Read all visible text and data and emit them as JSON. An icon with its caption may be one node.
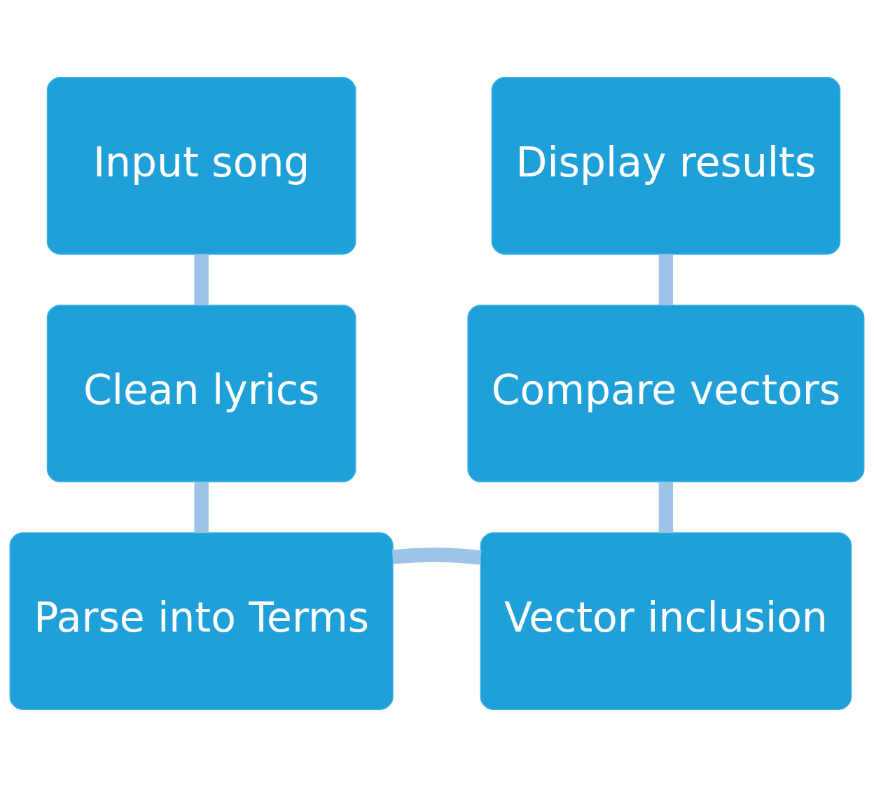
{
  "diagram": {
    "nodes": [
      {
        "text": [
          "Input song"
        ]
      },
      {
        "text": [
          "Display results"
        ]
      },
      {
        "text": [
          "Clean lyrics"
        ]
      },
      {
        "text": [
          "Compare vectors"
        ]
      },
      {
        "text": [
          "Parse into Terms"
        ]
      },
      {
        "text": [
          "Vector inclusion"
        ]
      }
    ],
    "edges": [
      {
        "from": 0,
        "to": 2,
        "arrow": "none"
      },
      {
        "from": 2,
        "to": 4,
        "arrow": "none"
      },
      {
        "from": 4,
        "to": 5,
        "arrow": "none"
      },
      {
        "from": 5,
        "to": 3,
        "arrow": "none"
      },
      {
        "from": 3,
        "to": 1,
        "arrow": "none"
      }
    ]
  }
}
